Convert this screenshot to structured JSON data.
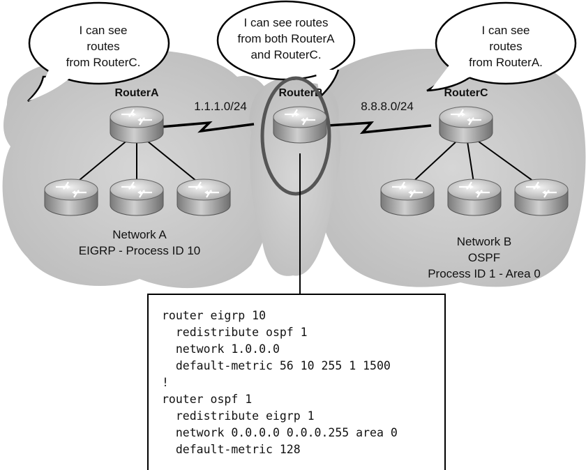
{
  "bubbles": {
    "a": [
      "I can see",
      "routes",
      "from RouterC."
    ],
    "b": [
      "I can see routes",
      "from both RouterA",
      "and RouterC."
    ],
    "c": [
      "I can see",
      "routes",
      "from RouterA."
    ]
  },
  "routers": {
    "a_name": "RouterA",
    "b_name": "RouterB",
    "c_name": "RouterC"
  },
  "links": {
    "ab": "1.1.1.0/24",
    "bc": "8.8.8.0/24"
  },
  "networks": {
    "a": [
      "Network A",
      "EIGRP - Process ID 10"
    ],
    "b": [
      "Network B",
      "OSPF",
      "Process ID 1 - Area 0"
    ]
  },
  "config": [
    "router eigrp 10",
    "  redistribute ospf 1",
    "  network 1.0.0.0",
    "  default-metric 56 10 255 1 1500",
    "!",
    "router ospf 1",
    "  redistribute eigrp 1",
    "  network 0.0.0.0 0.0.0.255 area 0",
    "  default-metric 128"
  ]
}
